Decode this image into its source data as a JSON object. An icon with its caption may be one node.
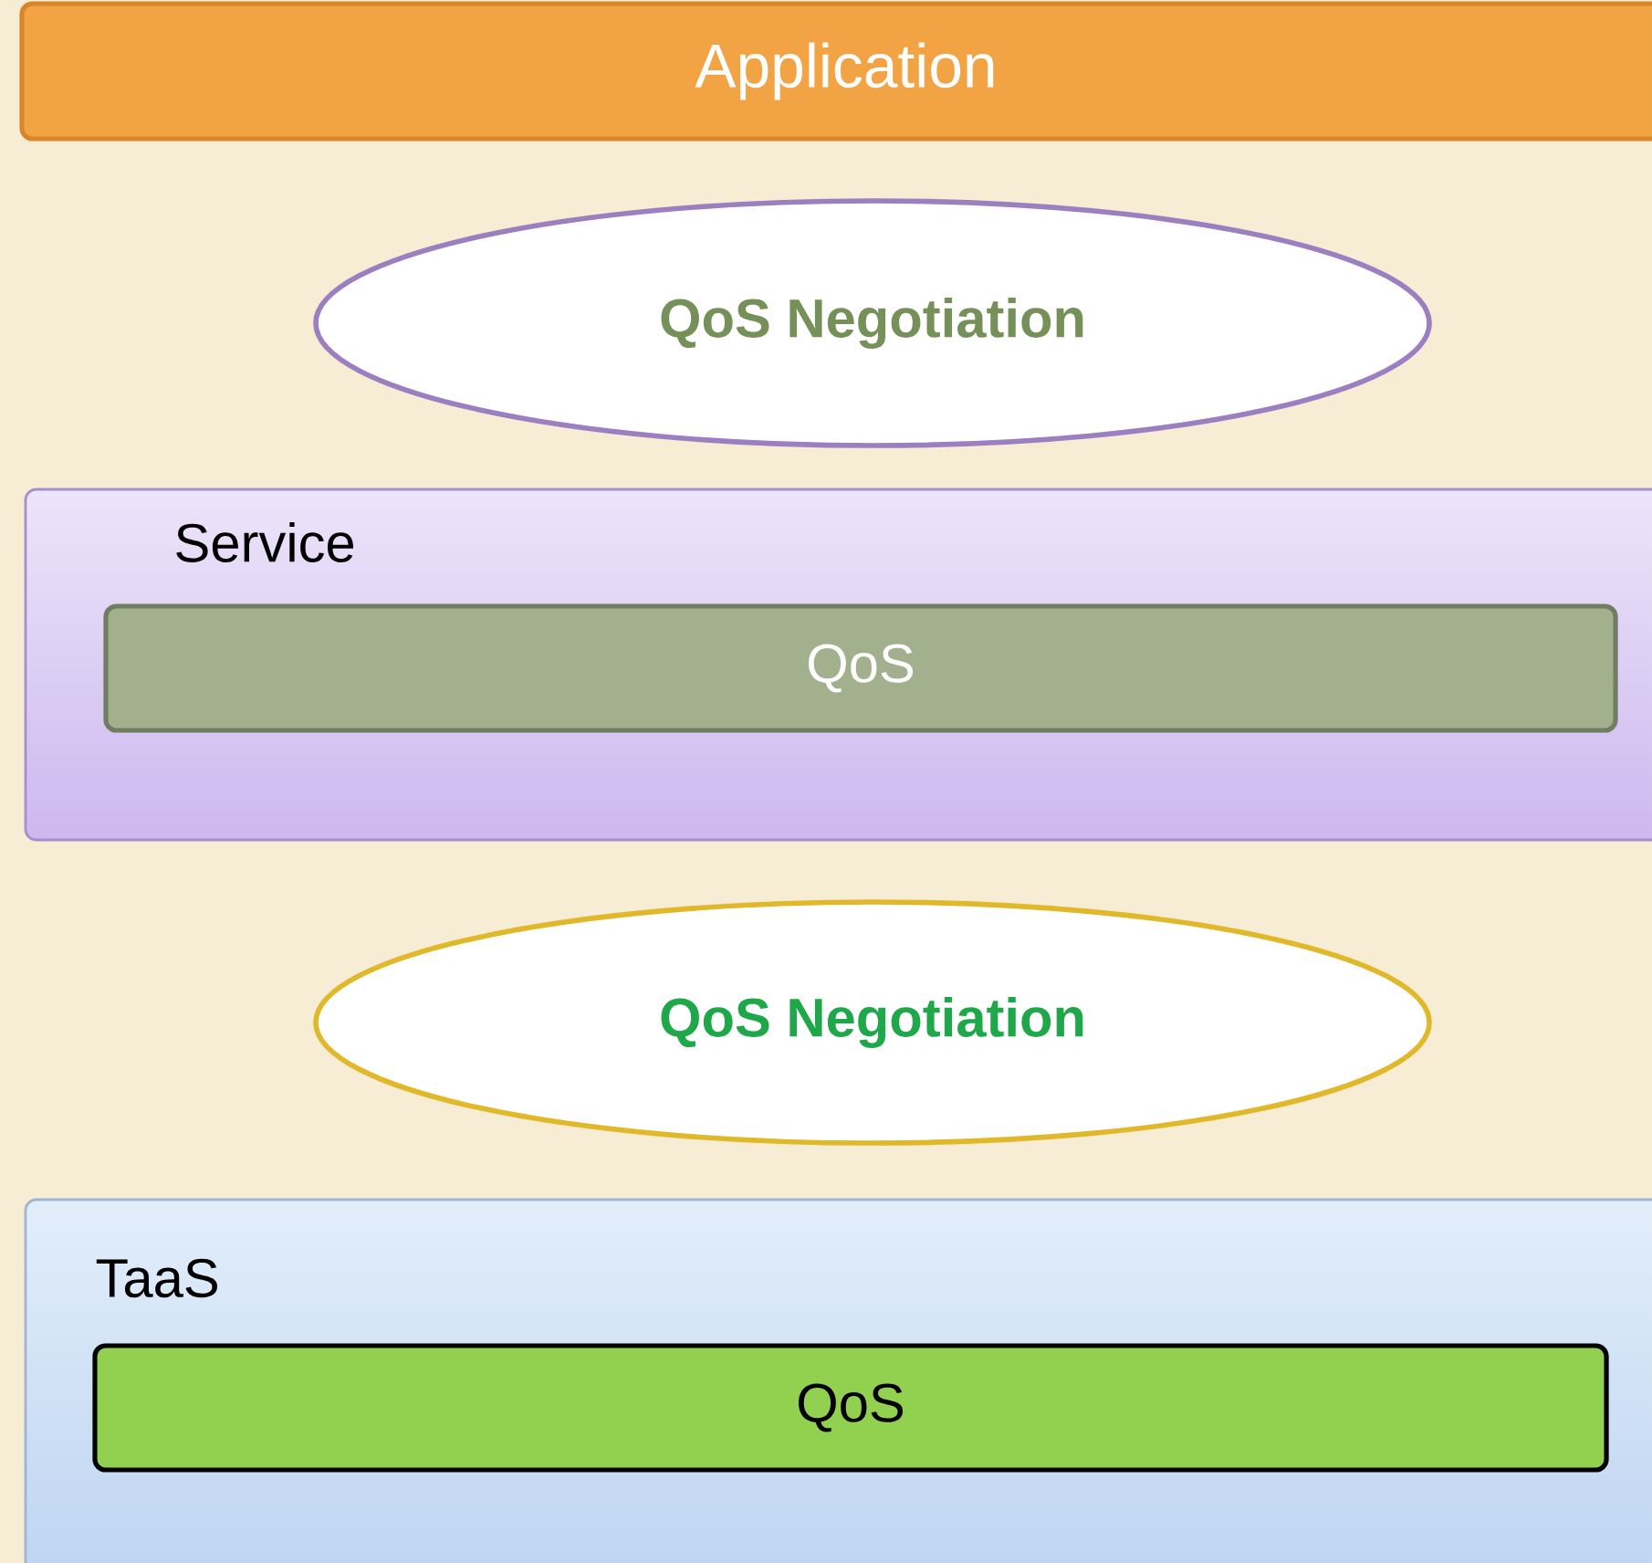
{
  "diagram": {
    "nodes": [
      {
        "text": [
          "Application"
        ]
      },
      {
        "text": [
          "QoS Negotiation"
        ]
      },
      {
        "text": [
          "Service"
        ]
      },
      {
        "text": [
          "QoS"
        ],
        "in": 2
      },
      {
        "text": [
          "QoS Negotiation"
        ]
      },
      {
        "text": [
          "TaaS"
        ]
      },
      {
        "text": [
          "QoS"
        ],
        "in": 5
      }
    ]
  }
}
